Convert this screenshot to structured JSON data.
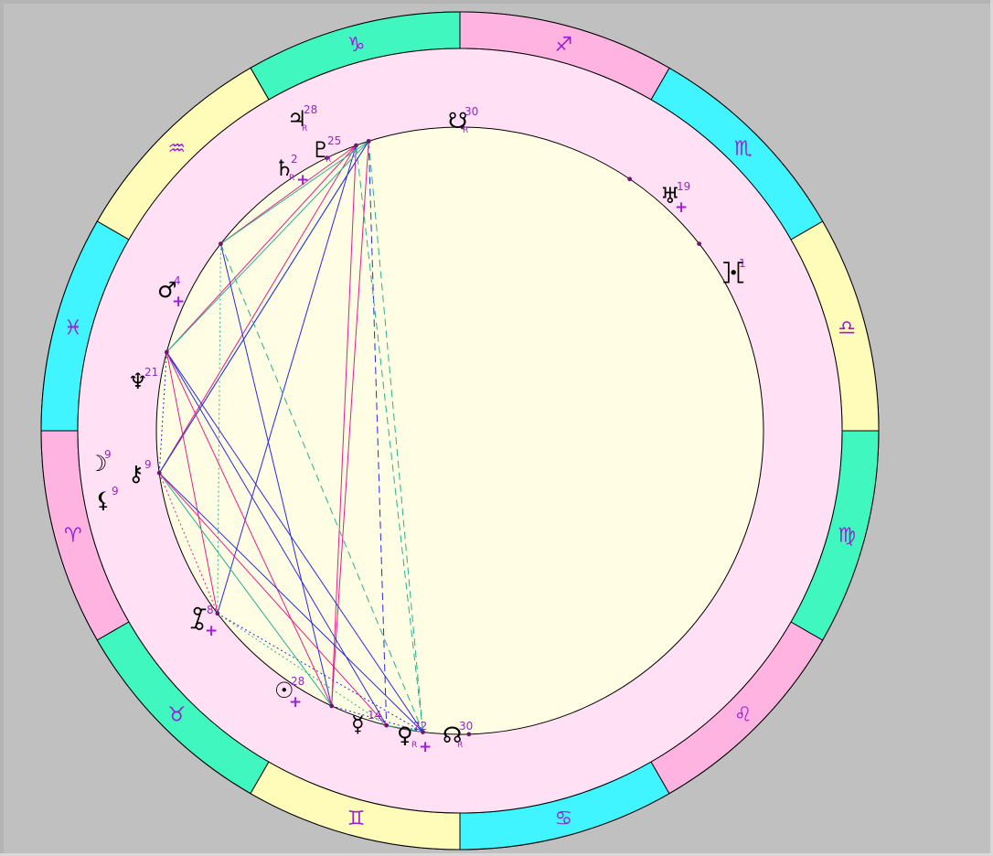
{
  "colors": {
    "background": "#c0c0c0",
    "ring_outer_stroke": "#000000",
    "house_band": "#ffe0f5",
    "inner_disc": "#fffde4",
    "sign_purple": "#9b1fd3",
    "sign_bands": [
      "#40f7c0",
      "#ffb3e0",
      "#40f5ff",
      "#fffbb8"
    ],
    "dot": "#6a1a6a",
    "aspect_magenta": "#e0208a",
    "aspect_green": "#28b090",
    "aspect_blue": "#2a2ae0"
  },
  "zodiac": [
    {
      "name": "aries",
      "glyph": "♈︎",
      "fill": "#ffb3e0"
    },
    {
      "name": "taurus",
      "glyph": "♉︎",
      "fill": "#40f7c0"
    },
    {
      "name": "gemini",
      "glyph": "♊︎",
      "fill": "#fffbb8"
    },
    {
      "name": "cancer",
      "glyph": "♋︎",
      "fill": "#40f5ff"
    },
    {
      "name": "leo",
      "glyph": "♌︎",
      "fill": "#ffb3e0"
    },
    {
      "name": "virgo",
      "glyph": "♍︎",
      "fill": "#40f7c0"
    },
    {
      "name": "libra",
      "glyph": "♎︎",
      "fill": "#fffbb8"
    },
    {
      "name": "scorpio",
      "glyph": "♏︎",
      "fill": "#40f5ff"
    },
    {
      "name": "sagittarius",
      "glyph": "♐︎",
      "fill": "#ffb3e0"
    },
    {
      "name": "capricorn",
      "glyph": "♑︎",
      "fill": "#40f7c0"
    },
    {
      "name": "aquarius",
      "glyph": "♒︎",
      "fill": "#fffbb8"
    },
    {
      "name": "pisces",
      "glyph": "♓︎",
      "fill": "#40f5ff"
    }
  ],
  "planets": [
    {
      "id": "jupiter",
      "glyph": "♃",
      "degree": "28",
      "retro": "R",
      "plus": false
    },
    {
      "id": "pluto",
      "glyph": "♇",
      "degree": "25",
      "retro": "R",
      "plus": false
    },
    {
      "id": "saturn",
      "glyph": "♄",
      "degree": "2",
      "retro": "R",
      "plus": true
    },
    {
      "id": "south-node",
      "glyph": "☋",
      "degree": "30",
      "retro": "R",
      "plus": false
    },
    {
      "id": "uranus",
      "glyph": "♅",
      "degree": "19",
      "retro": "",
      "plus": true
    },
    {
      "id": "proserpina",
      "glyph": "⯘",
      "degree": "1",
      "retro": "",
      "plus": false
    },
    {
      "id": "mars",
      "glyph": "♂",
      "degree": "4",
      "retro": "",
      "plus": true
    },
    {
      "id": "neptune",
      "glyph": "♆",
      "degree": "21",
      "retro": "",
      "plus": false
    },
    {
      "id": "moon",
      "glyph": "☽",
      "degree": "9",
      "retro": "",
      "plus": false
    },
    {
      "id": "chiron",
      "glyph": "⚷",
      "degree": "9",
      "retro": "",
      "plus": false
    },
    {
      "id": "lilith",
      "glyph": "⚸",
      "degree": "9",
      "retro": "",
      "plus": false
    },
    {
      "id": "transpluto",
      "glyph": "⯙",
      "degree": "8",
      "retro": "",
      "plus": true
    },
    {
      "id": "sun",
      "glyph": "☉",
      "degree": "28",
      "retro": "",
      "plus": true
    },
    {
      "id": "mercury",
      "glyph": "☿",
      "degree": "14",
      "retro": "",
      "plus": false
    },
    {
      "id": "venus",
      "glyph": "♀",
      "degree": "22",
      "retro": "R",
      "plus": true
    },
    {
      "id": "north-node",
      "glyph": "☊",
      "degree": "30",
      "retro": "R",
      "plus": false
    }
  ],
  "plus_glyph": "+",
  "aspects": [
    {
      "from": "saturn",
      "to": "mars",
      "kind": "magenta",
      "style": "solid"
    },
    {
      "from": "saturn",
      "to": "neptune",
      "kind": "magenta",
      "style": "solid"
    },
    {
      "from": "saturn",
      "to": "chiron",
      "kind": "magenta",
      "style": "solid"
    },
    {
      "from": "saturn",
      "to": "sun",
      "kind": "magenta",
      "style": "solid"
    },
    {
      "from": "saturn",
      "to": "transpluto",
      "kind": "blue",
      "style": "solid"
    },
    {
      "from": "pluto",
      "to": "neptune",
      "kind": "green",
      "style": "solid"
    },
    {
      "from": "pluto",
      "to": "chiron",
      "kind": "green",
      "style": "solid"
    },
    {
      "from": "pluto",
      "to": "mars",
      "kind": "green",
      "style": "solid"
    },
    {
      "from": "pluto",
      "to": "sun",
      "kind": "magenta",
      "style": "solid"
    },
    {
      "from": "pluto",
      "to": "mercury",
      "kind": "blue",
      "style": "dashed"
    },
    {
      "from": "pluto",
      "to": "venus",
      "kind": "green",
      "style": "dashed"
    },
    {
      "from": "saturn",
      "to": "venus",
      "kind": "green",
      "style": "dashed"
    },
    {
      "from": "pluto",
      "to": "chiron",
      "kind": "blue",
      "style": "solid"
    },
    {
      "from": "mars",
      "to": "sun",
      "kind": "blue",
      "style": "solid"
    },
    {
      "from": "mars",
      "to": "venus",
      "kind": "green",
      "style": "dashed"
    },
    {
      "from": "mars",
      "to": "transpluto",
      "kind": "green",
      "style": "dotted"
    },
    {
      "from": "neptune",
      "to": "mercury",
      "kind": "blue",
      "style": "solid"
    },
    {
      "from": "neptune",
      "to": "venus",
      "kind": "blue",
      "style": "solid"
    },
    {
      "from": "neptune",
      "to": "sun",
      "kind": "magenta",
      "style": "solid"
    },
    {
      "from": "neptune",
      "to": "transpluto",
      "kind": "magenta",
      "style": "solid"
    },
    {
      "from": "neptune",
      "to": "chiron",
      "kind": "blue",
      "style": "dotted"
    },
    {
      "from": "chiron",
      "to": "sun",
      "kind": "green",
      "style": "solid"
    },
    {
      "from": "chiron",
      "to": "venus",
      "kind": "blue",
      "style": "solid"
    },
    {
      "from": "chiron",
      "to": "mercury",
      "kind": "magenta",
      "style": "solid"
    },
    {
      "from": "chiron",
      "to": "transpluto",
      "kind": "magenta",
      "style": "dotted"
    },
    {
      "from": "transpluto",
      "to": "venus",
      "kind": "blue",
      "style": "dotted"
    },
    {
      "from": "transpluto",
      "to": "mercury",
      "kind": "green",
      "style": "dotted"
    },
    {
      "from": "sun",
      "to": "venus",
      "kind": "blue",
      "style": "dotted"
    },
    {
      "from": "mercury",
      "to": "venus",
      "kind": "green",
      "style": "solid"
    }
  ]
}
